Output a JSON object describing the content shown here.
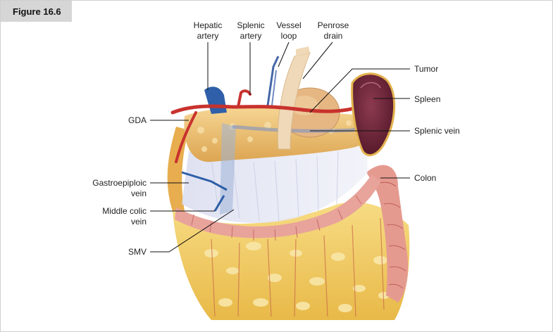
{
  "figure": {
    "title": "Figure 16.6"
  },
  "labels": {
    "hepatic_artery": [
      "Hepatic",
      "artery"
    ],
    "splenic_artery": [
      "Splenic",
      "artery"
    ],
    "vessel_loop": [
      "Vessel",
      "loop"
    ],
    "penrose_drain": [
      "Penrose",
      "drain"
    ],
    "tumor": "Tumor",
    "spleen": "Spleen",
    "splenic_vein": "Splenic vein",
    "colon": "Colon",
    "gda": "GDA",
    "gastroepiploic_vein": [
      "Gastroepiploic",
      "vein"
    ],
    "middle_colic_vein": [
      "Middle colic",
      "vein"
    ],
    "smv": "SMV"
  },
  "colors": {
    "artery": "#c8322e",
    "vein": "#2f5fa8",
    "pancreas": "#f1c67a",
    "spleen": "#6f2236",
    "colon": "#e69a93",
    "omentum": "#f4d46e",
    "drain": "#f0d9b8"
  }
}
